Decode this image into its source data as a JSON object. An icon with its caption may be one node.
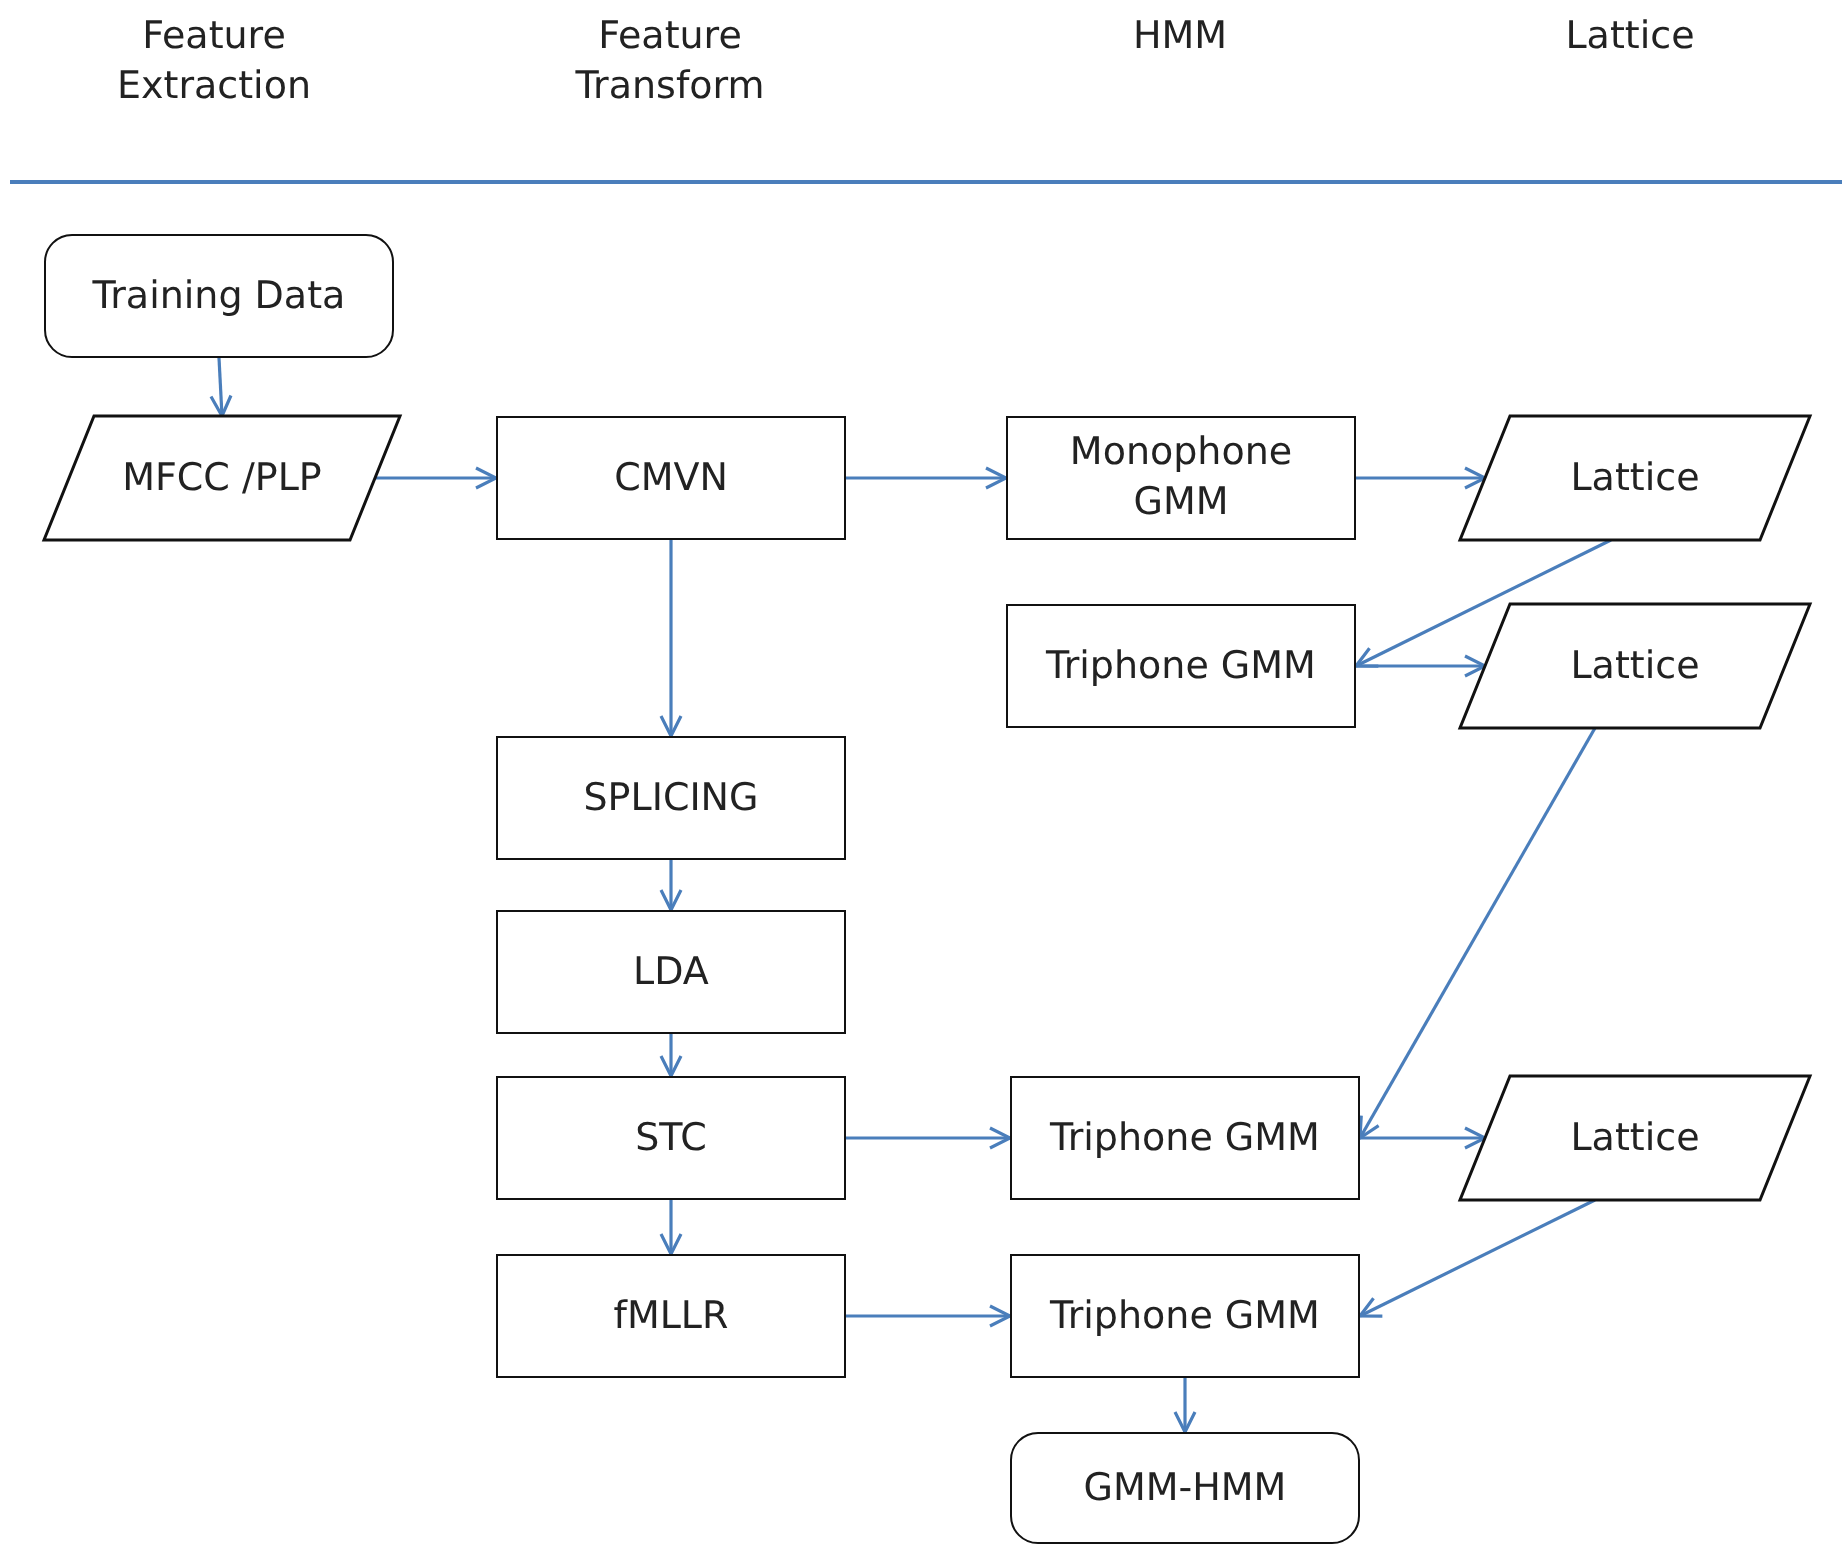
{
  "diagram": {
    "nodes": [
      {
        "text": [
          "Training Data"
        ]
      },
      {
        "text": [
          "MFCC /PLP"
        ]
      },
      {
        "text": [
          "CMVN"
        ]
      },
      {
        "text": [
          "Monophone GMM"
        ]
      },
      {
        "text": [
          "Lattice"
        ]
      },
      {
        "text": [
          "Triphone GMM"
        ]
      },
      {
        "text": [
          "Lattice"
        ]
      },
      {
        "text": [
          "SPLICING"
        ]
      },
      {
        "text": [
          "LDA"
        ]
      },
      {
        "text": [
          "STC"
        ]
      },
      {
        "text": [
          "Triphone GMM"
        ]
      },
      {
        "text": [
          "Lattice"
        ]
      },
      {
        "text": [
          "fMLLR"
        ]
      },
      {
        "text": [
          "Triphone GMM"
        ]
      },
      {
        "text": [
          "GMM-HMM"
        ]
      }
    ],
    "edges": [
      {
        "from": 0,
        "to": 1,
        "arrow": "to"
      },
      {
        "from": 1,
        "to": 2,
        "arrow": "to"
      },
      {
        "from": 2,
        "to": 3,
        "arrow": "to"
      },
      {
        "from": 3,
        "to": 4,
        "arrow": "to"
      },
      {
        "from": 4,
        "to": 5,
        "arrow": "to"
      },
      {
        "from": 5,
        "to": 6,
        "arrow": "to"
      },
      {
        "from": 6,
        "to": 10,
        "arrow": "to"
      },
      {
        "from": 10,
        "to": 11,
        "arrow": "to"
      },
      {
        "from": 11,
        "to": 13,
        "arrow": "to"
      },
      {
        "from": 2,
        "to": 7,
        "arrow": "to"
      },
      {
        "from": 7,
        "to": 8,
        "arrow": "to"
      },
      {
        "from": 8,
        "to": 9,
        "arrow": "to"
      },
      {
        "from": 9,
        "to": 10,
        "arrow": "to"
      },
      {
        "from": 9,
        "to": 12,
        "arrow": "to"
      },
      {
        "from": 12,
        "to": 13,
        "arrow": "to"
      },
      {
        "from": 13,
        "to": 14,
        "arrow": "to"
      }
    ],
    "labels": [
      "Feature Extraction",
      "Feature Transform",
      "HMM",
      "Lattice"
    ]
  }
}
